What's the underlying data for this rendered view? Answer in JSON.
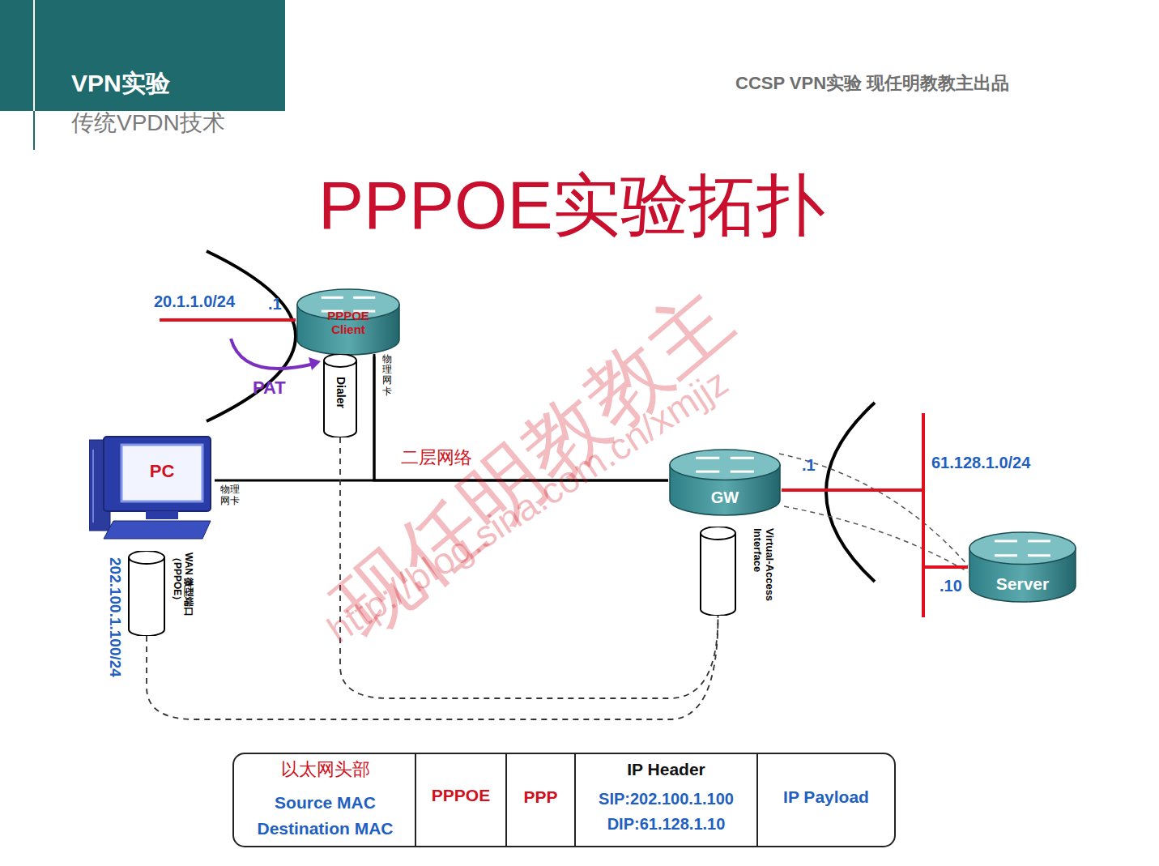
{
  "diagram": {
    "title": "PPPOE实验拓扑",
    "nodes": [
      {
        "text": [
          "PPPOE Client"
        ]
      },
      {
        "text": [
          "PC"
        ]
      },
      {
        "text": [
          "GW"
        ]
      },
      {
        "text": [
          "Server"
        ]
      },
      {
        "text": [
          "Dialer"
        ]
      },
      {
        "text": [
          "WAN 微型端口 （PPPOE）"
        ]
      },
      {
        "text": [
          "Virtual-Access Interface"
        ]
      }
    ],
    "edges": [
      {
        "from": 1,
        "to": 2,
        "arrow": "none",
        "label": "二层网络"
      },
      {
        "from": 0,
        "to": 2,
        "arrow": "none"
      },
      {
        "from": 2,
        "to": 3,
        "arrow": "none"
      },
      {
        "from": 5,
        "to": 6,
        "arrow": "none"
      },
      {
        "from": 4,
        "to": 6,
        "arrow": "none"
      }
    ],
    "labels": [
      "VPN实验",
      "传统VPDN技术",
      "CCSP VPN实验 现任明教教主出品",
      "20.1.1.0/24",
      ".1",
      "PAT",
      "物理网卡",
      "物理网卡",
      "202.100.1.100/24",
      ".1",
      "61.128.1.0/24",
      ".10",
      "以太网头部",
      "Source MAC",
      "Destination MAC",
      "PPPOE",
      "PPP",
      "IP Header",
      "SIP:202.100.1.100",
      "DIP:61.128.1.10",
      "IP Payload",
      "现任明教教主",
      "http://blog.sina.com.cn/xmjjz"
    ]
  }
}
